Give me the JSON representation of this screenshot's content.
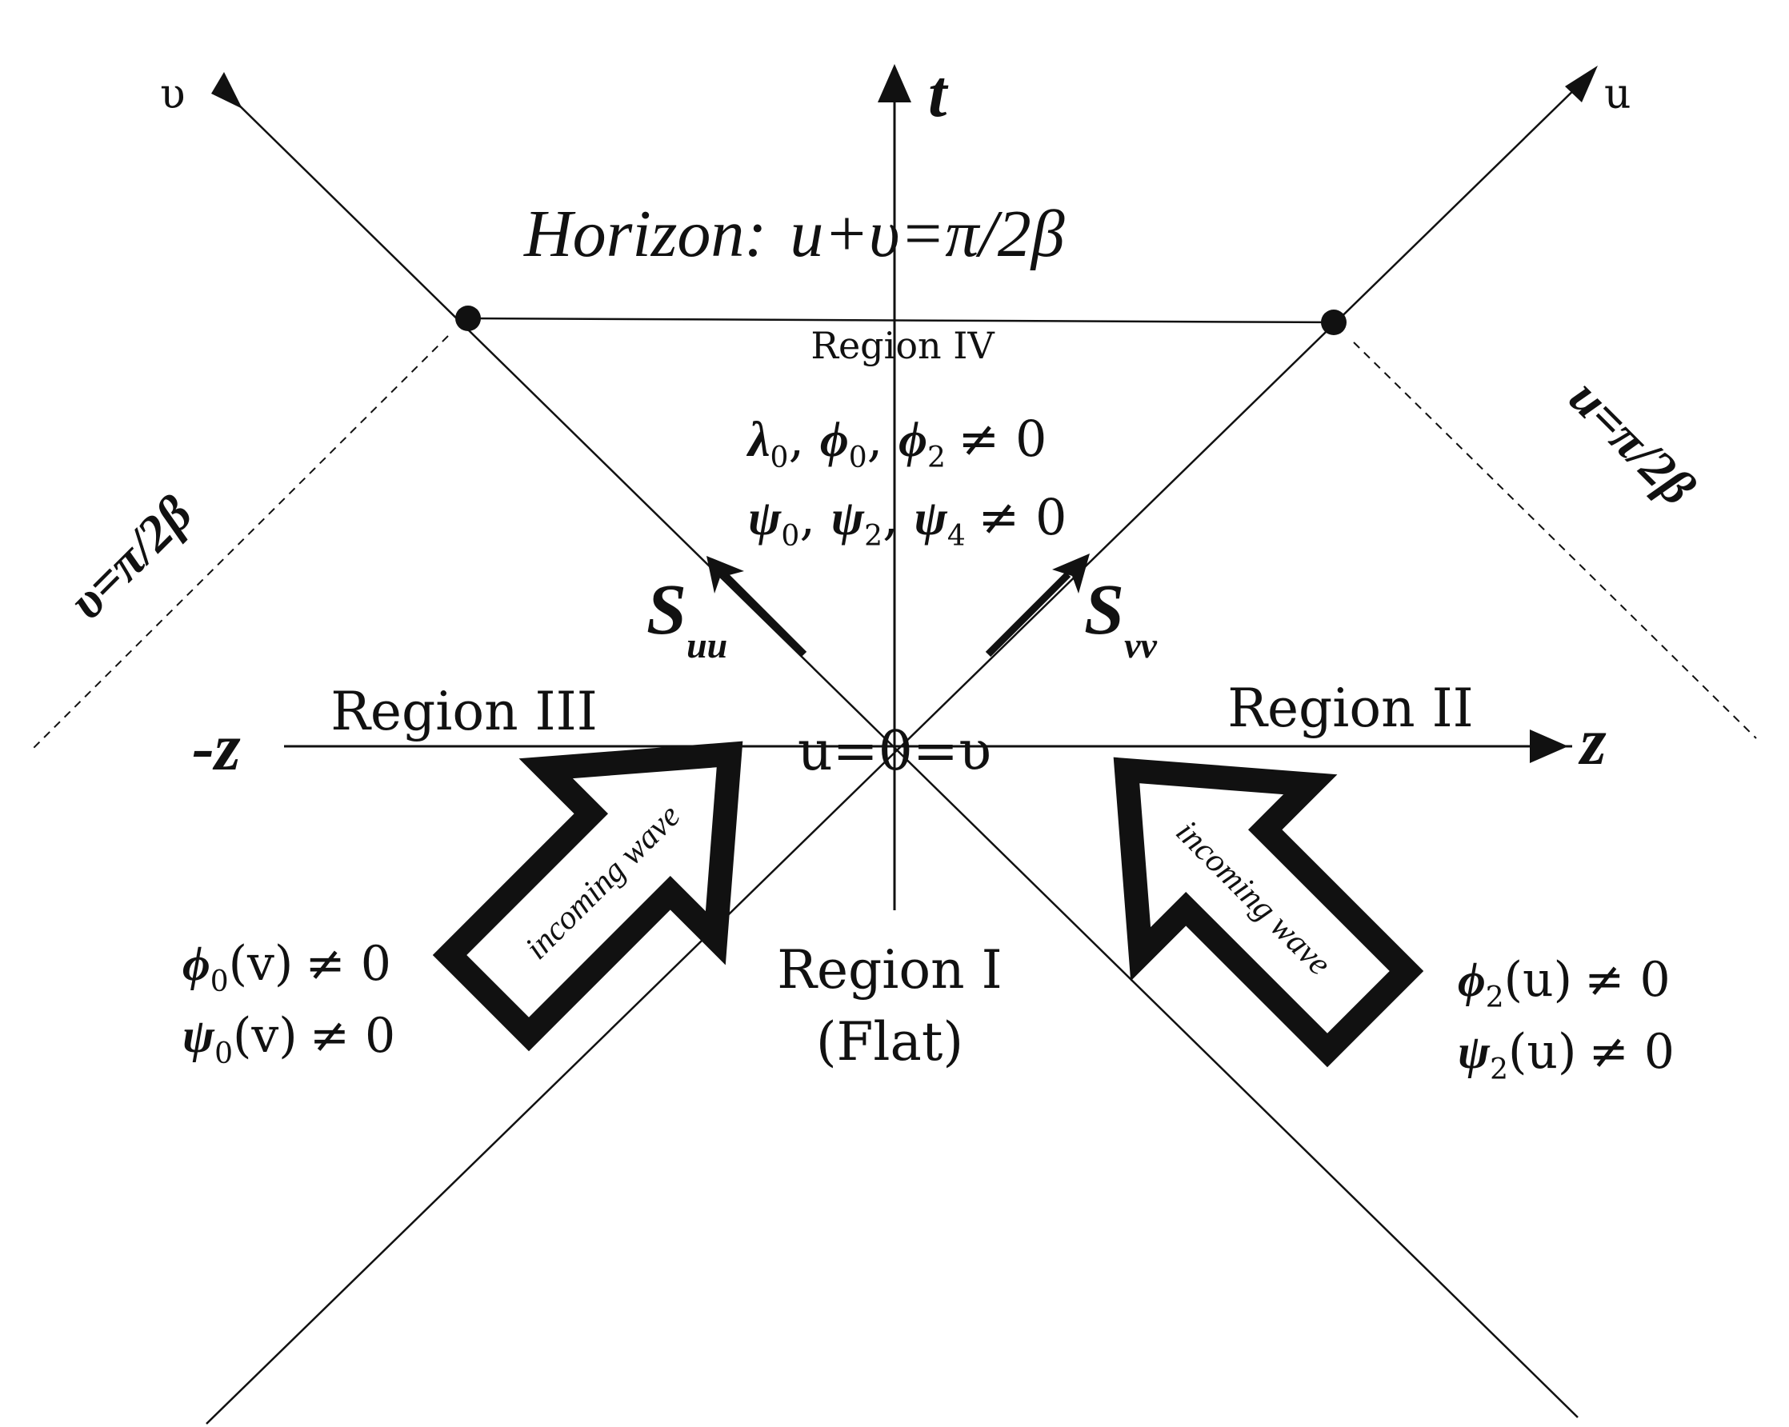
{
  "axes": {
    "t_label": "t",
    "z_label": "z",
    "neg_z_label": "-z",
    "u_label": "u",
    "v_label": "υ",
    "origin_label": "u=0=υ"
  },
  "horizon": {
    "prefix": "Horizon:",
    "equation": "u+υ=π/2β"
  },
  "singular_lines": {
    "left": "υ=π/2β",
    "right": "u=π/2β"
  },
  "regions": {
    "region_iv": "Region IV",
    "region_iii": "Region III",
    "region_ii": "Region II",
    "region_i": "Region I",
    "region_i_sub": "(Flat)"
  },
  "region_iv_fields": {
    "line1": {
      "a": "λ",
      "a_sub": "0",
      "b": "ϕ",
      "b_sub": "0",
      "c": "ϕ",
      "c_sub": "2",
      "tail": "≠ 0"
    },
    "line2": {
      "a": "ψ",
      "a_sub": "0",
      "b": "ψ",
      "b_sub": "2",
      "c": "ψ",
      "c_sub": "4",
      "tail": "≠ 0"
    }
  },
  "fluxes": {
    "s_uu": {
      "main": "S",
      "sub": "uu"
    },
    "s_vv": {
      "main": "S",
      "sub": "vv"
    }
  },
  "waves": {
    "left_label": "incoming wave",
    "right_label": "incoming wave"
  },
  "left_fields": {
    "line1": {
      "sym": "ϕ",
      "sub": "0",
      "arg": "(v)",
      "tail": "≠ 0"
    },
    "line2": {
      "sym": "ψ",
      "sub": "0",
      "arg": "(v)",
      "tail": "≠ 0"
    }
  },
  "right_fields": {
    "line1": {
      "sym": "ϕ",
      "sub": "2",
      "arg": "(u)",
      "tail": "≠ 0"
    },
    "line2": {
      "sym": "ψ",
      "sub": "2",
      "arg": "(u)",
      "tail": "≠ 0"
    }
  },
  "colors": {
    "ink": "#111111",
    "background": "#ffffff"
  }
}
